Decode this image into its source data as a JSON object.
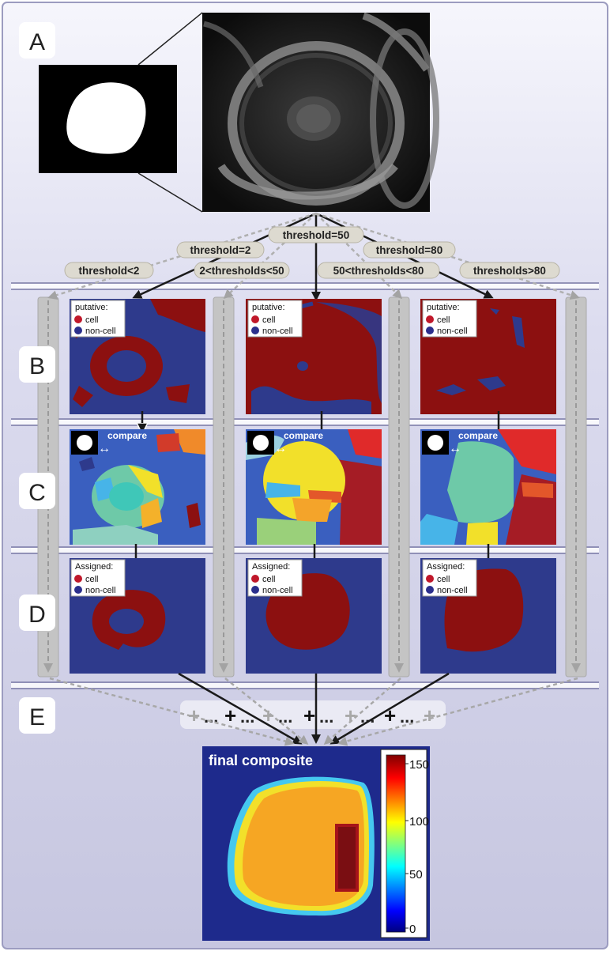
{
  "panels": {
    "A": "A",
    "B": "B",
    "C": "C",
    "D": "D",
    "E": "E"
  },
  "thresholds": {
    "lt2": "threshold<2",
    "eq2": "threshold=2",
    "r2_50": "2<thresholds<50",
    "eq50": "threshold=50",
    "r50_80": "50<thresholds<80",
    "eq80": "threshold=80",
    "gt80": "thresholds>80"
  },
  "legend": {
    "putative": "putative:",
    "assigned": "Assigned:",
    "cell": "cell",
    "noncell": "non-cell",
    "cell_color": "#c0182a",
    "noncell_color": "#2b2f8c"
  },
  "compare": "compare",
  "composite": {
    "title": "final composite",
    "colorbar_ticks": [
      "150",
      "100",
      "50",
      "0"
    ],
    "colorbar_values": [
      150,
      100,
      50,
      0
    ]
  },
  "colors": {
    "background": "#cfcfe6",
    "navy": "#2e3a8c",
    "darkred": "#8c1010",
    "arrow_gray": "#b5b5b5"
  }
}
